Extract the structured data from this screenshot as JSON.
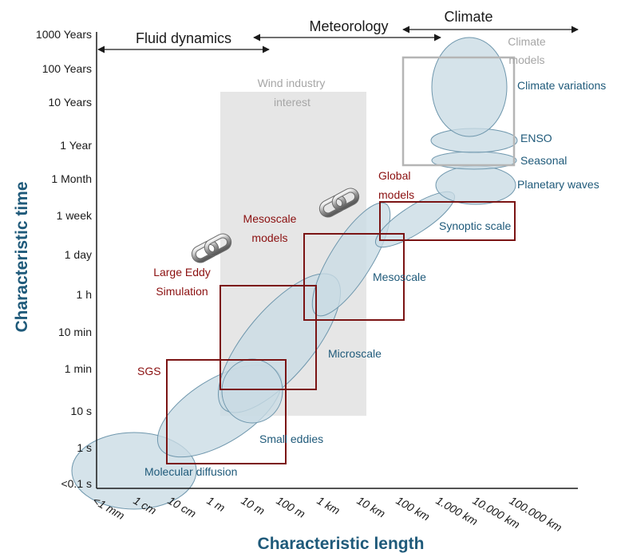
{
  "y_axis": {
    "title": "Characteristic time",
    "ticks": [
      "1000 Years",
      "100 Years",
      "10 Years",
      "1 Year",
      "1 Month",
      "1 week",
      "1 day",
      "1 h",
      "10 min",
      "1 min",
      "10 s",
      "1 s",
      "<0.1 s"
    ]
  },
  "x_axis": {
    "title": "Characteristic length",
    "ticks": [
      "<1 mm",
      "1 cm",
      "10 cm",
      "1 m",
      "10 m",
      "100 m",
      "1 km",
      "10 km",
      "100 km",
      "1.000 km",
      "10.000 km",
      "100.000 km"
    ]
  },
  "domains": {
    "fluid_dynamics": "Fluid dynamics",
    "meteorology": "Meteorology",
    "climate": "Climate"
  },
  "regions": {
    "wind_industry": [
      "Wind industry",
      "interest"
    ],
    "climate_models": [
      "Climate",
      "models"
    ]
  },
  "phenomena": {
    "climate_variations": "Climate variations",
    "enso": "ENSO",
    "seasonal": "Seasonal",
    "planetary_waves": "Planetary waves",
    "synoptic_scale": "Synoptic scale",
    "mesoscale": "Mesoscale",
    "microscale": "Microscale",
    "small_eddies": "Small eddies",
    "molecular_diffusion": "Molecular diffusion"
  },
  "models": {
    "global_models": [
      "Global",
      "models"
    ],
    "mesoscale_models": [
      "Mesoscale",
      "models"
    ],
    "les": [
      "Large Eddy",
      "Simulation"
    ],
    "sgs": "SGS"
  },
  "colors": {
    "ellipse_fill": "#c9dbe4",
    "ellipse_stroke": "#6f97ad",
    "model_box": "#7b1414",
    "wind_region": "#e6e6e6",
    "climate_box": "#b5b5b5",
    "phenomena_text": "#1f5a7a",
    "model_text": "#8b1010"
  },
  "icons": [
    "chain-link-icon",
    "chain-link-icon"
  ]
}
